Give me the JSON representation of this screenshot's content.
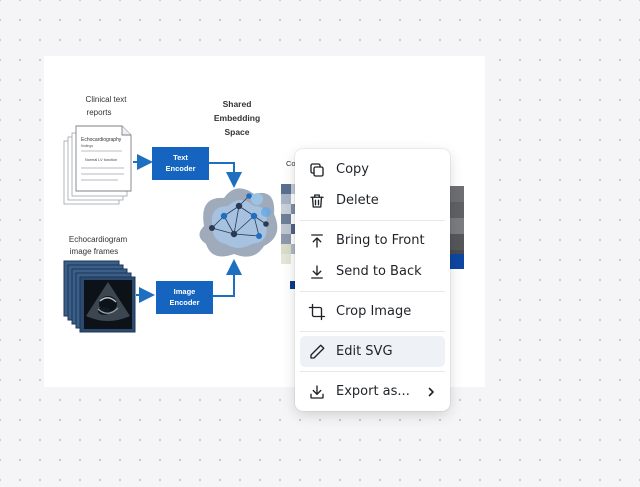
{
  "figure": {
    "clinical_text_label_1": "Clinical text",
    "clinical_text_label_2": "reports",
    "doc_heading": "Echocardiography",
    "doc_subheading": "findings",
    "doc_section": "Normal LV function",
    "echo_label_1": "Echocardiogram",
    "echo_label_2": "image frames",
    "text_encoder_1": "Text",
    "text_encoder_2": "Encoder",
    "image_encoder_1": "Image",
    "image_encoder_2": "Encoder",
    "shared_1": "Shared",
    "shared_2": "Embedding",
    "shared_3": "Space",
    "partial_label": "Co"
  },
  "context_menu": {
    "items": [
      {
        "id": "copy",
        "label": "Copy",
        "icon": "copy-icon"
      },
      {
        "id": "delete",
        "label": "Delete",
        "icon": "trash-icon"
      },
      {
        "id": "bring-to-front",
        "label": "Bring to Front",
        "icon": "arrow-up-to-line-icon"
      },
      {
        "id": "send-to-back",
        "label": "Send to Back",
        "icon": "arrow-down-to-line-icon"
      },
      {
        "id": "crop-image",
        "label": "Crop Image",
        "icon": "crop-icon"
      },
      {
        "id": "edit-svg",
        "label": "Edit SVG",
        "icon": "pencil-icon",
        "highlighted": true
      },
      {
        "id": "export-as",
        "label": "Export as...",
        "icon": "download-icon",
        "submenu": true
      }
    ]
  },
  "colors": {
    "encoder_blue": "#1565c0",
    "arrow_blue": "#1e6fbf",
    "menu_hover": "#eef1f5",
    "text_dark": "#1f2328"
  }
}
